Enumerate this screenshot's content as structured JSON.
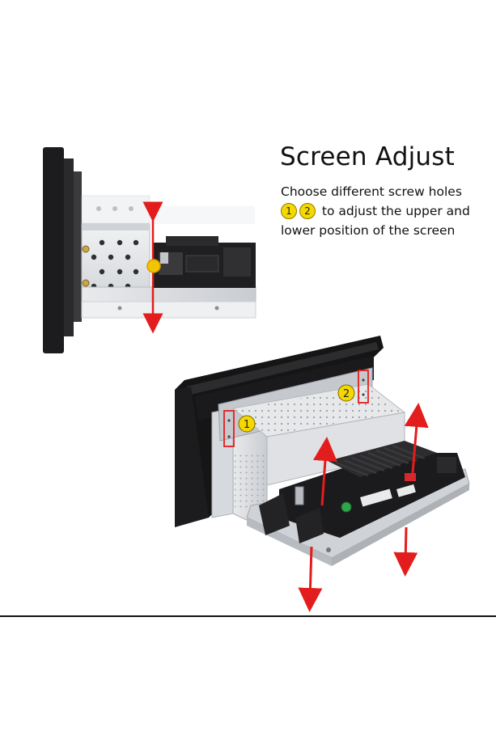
{
  "heading": "Screen Adjust",
  "description": {
    "line1": "Choose different screw holes",
    "badge1": "1",
    "badge2": "2",
    "line2_tail": " to adjust the upper and",
    "line3": "lower position of the screen"
  },
  "callouts": {
    "hole1_label": "1",
    "hole2_label": "2"
  },
  "colors": {
    "arrow": "#e31d1d",
    "badge": "#f5d800",
    "dot": "#f2c500",
    "frame": "#1c1c1e",
    "metal": "#e7e8ea"
  },
  "icons": [
    "screw-hole-1-badge",
    "screw-hole-2-badge",
    "adjust-arrow"
  ]
}
